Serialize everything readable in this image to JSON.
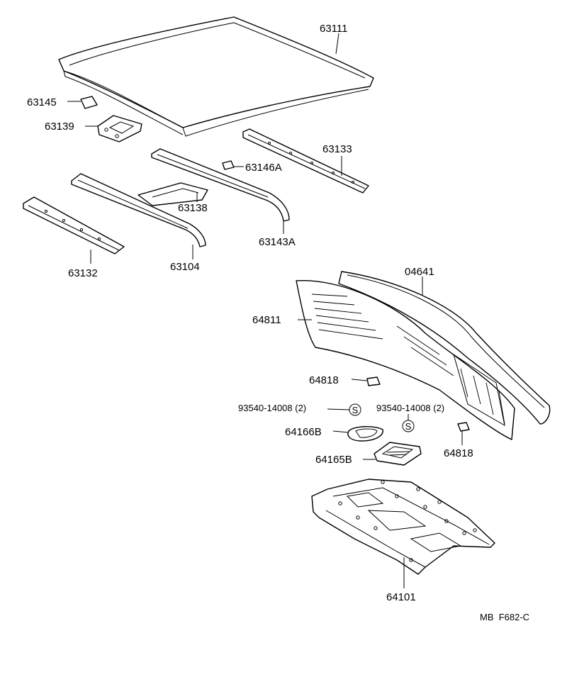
{
  "parts": {
    "p63111": "63111",
    "p63145": "63145",
    "p63139": "63139",
    "p63133": "63133",
    "p63146A": "63146A",
    "p63138": "63138",
    "p63143A": "63143A",
    "p63132": "63132",
    "p63104": "63104",
    "p04641": "04641",
    "p64811": "64811",
    "p64818a": "64818",
    "p93540a": "93540-14008 (2)",
    "p93540b": "93540-14008 (2)",
    "p64166B": "64166B",
    "p64165B": "64165B",
    "p64818b": "64818",
    "p64101": "64101"
  },
  "footer": {
    "code": "MB  F682-C"
  },
  "screw_symbol": "S"
}
